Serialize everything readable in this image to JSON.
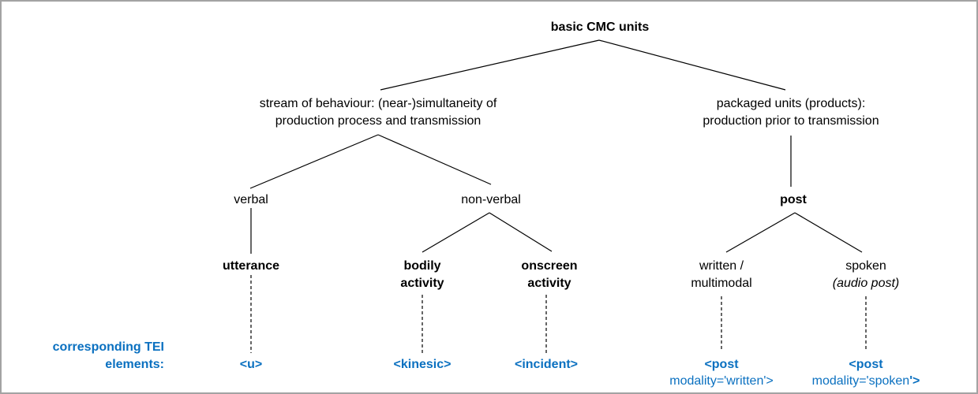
{
  "palette": {
    "text": "#000000",
    "accent_blue": "#0a70c0",
    "line": "#000000",
    "border_gray": "#a3a3a3",
    "background": "#ffffff"
  },
  "tree": {
    "root": "basic CMC units",
    "stream": {
      "line1": "stream of behaviour: (near-)simultaneity of",
      "line2": "production process and transmission"
    },
    "packaged": {
      "line1": "packaged units (products):",
      "line2": "production prior to transmission"
    },
    "verbal": "verbal",
    "nonverbal": "non-verbal",
    "post": "post",
    "utterance": "utterance",
    "bodily": {
      "line1": "bodily",
      "line2": "activity"
    },
    "onscreen": {
      "line1": "onscreen",
      "line2": "activity"
    },
    "written": {
      "line1": "written /",
      "line2": "multimodal"
    },
    "spoken": {
      "line1": "spoken",
      "line2_italic": "(audio post)"
    }
  },
  "tei": {
    "caption": {
      "line1": "corresponding TEI",
      "line2": "elements:"
    },
    "u": "<u>",
    "kinesic": "<kinesic>",
    "incident": "<incident>",
    "post_written": {
      "line1": "<post",
      "line2": "modality='written'>"
    },
    "post_spoken": {
      "line1": "<post",
      "line2_main": "modality='spoken",
      "line2_close": "'>"
    }
  }
}
